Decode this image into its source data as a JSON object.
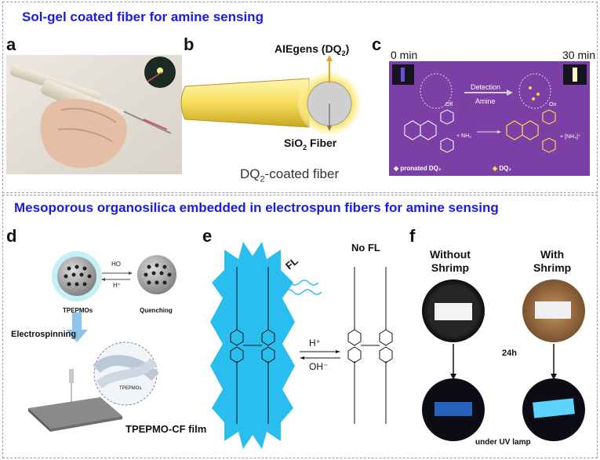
{
  "top": {
    "title": "Sol-gel coated fiber for amine sensing",
    "panel_a": {
      "label": "a"
    },
    "panel_b": {
      "label": "b",
      "aie_label": "AIEgens (DQ",
      "aie_sub": "2",
      "aie_tail": ")",
      "fiber_label": "SiO",
      "fiber_sub": "2",
      "fiber_tail": " Fiber",
      "caption": "DQ",
      "caption_sub": "2",
      "caption_tail": "-coated fiber"
    },
    "panel_c": {
      "label": "c",
      "time_start": "0 min",
      "time_end": "30 min",
      "detection": "Detection",
      "amine": "Amine",
      "off": "Off",
      "on": "On",
      "nh3": "+ NH₃",
      "nh4": "+ [NH₄]⁺",
      "legend_pronated": "pronated DQ₂",
      "legend_dq": "DQ₂"
    }
  },
  "bottom": {
    "title": "Mesoporous organosilica embedded in electrospun fibers for amine sensing",
    "panel_d": {
      "label": "d",
      "ho": "HO",
      "h_plus": "H⁺",
      "tpepmos": "TPEPMOs",
      "quenching": "Quenching",
      "electrospinning": "Electrospinning",
      "tpepmos_small": "TPEPMOs",
      "film": "TPEPMO-CF film"
    },
    "panel_e": {
      "label": "e",
      "fl": "FL",
      "no_fl": "No FL",
      "h_plus": "H⁺",
      "oh_minus": "OH⁻"
    },
    "panel_f": {
      "label": "f",
      "without_line1": "Without",
      "without_line2": "Shrimp",
      "with_line1": "With",
      "with_line2": "Shrimp",
      "time": "24h",
      "uv": "under UV lamp"
    }
  },
  "colors": {
    "title_blue": "#1a1ae6",
    "purple_bg": "#7b3fa6",
    "star_blue": "#29bdf0",
    "uv_glow": "#5fd3ff"
  }
}
